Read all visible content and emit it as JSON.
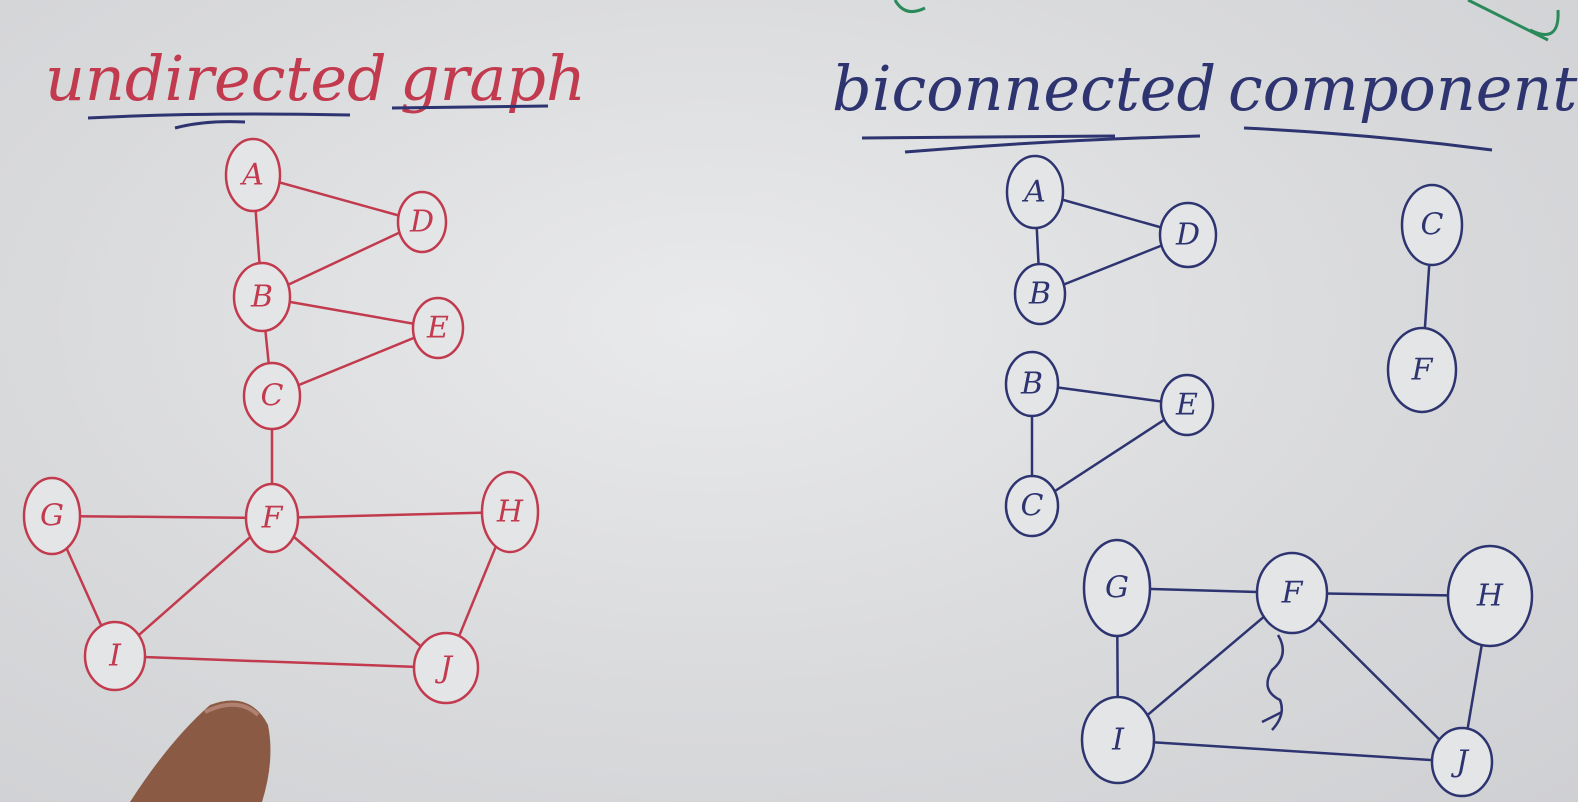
{
  "left": {
    "title_word1": "undirected",
    "title_word2": "graph",
    "color": "#c23a4e",
    "nodes": {
      "A": "A",
      "D": "D",
      "B": "B",
      "E": "E",
      "C": "C",
      "F": "F",
      "G": "G",
      "H": "H",
      "I": "I",
      "J": "J"
    }
  },
  "right": {
    "title_word1": "biconnected",
    "title_word2": "components",
    "color": "#2d3470",
    "components": [
      {
        "nodes": [
          "A",
          "B",
          "D"
        ]
      },
      {
        "nodes": [
          "C",
          "F"
        ]
      },
      {
        "nodes": [
          "B",
          "C",
          "E"
        ]
      },
      {
        "nodes": [
          "G",
          "F",
          "H",
          "I",
          "J"
        ]
      }
    ]
  },
  "board_color": "#e3e4e6"
}
